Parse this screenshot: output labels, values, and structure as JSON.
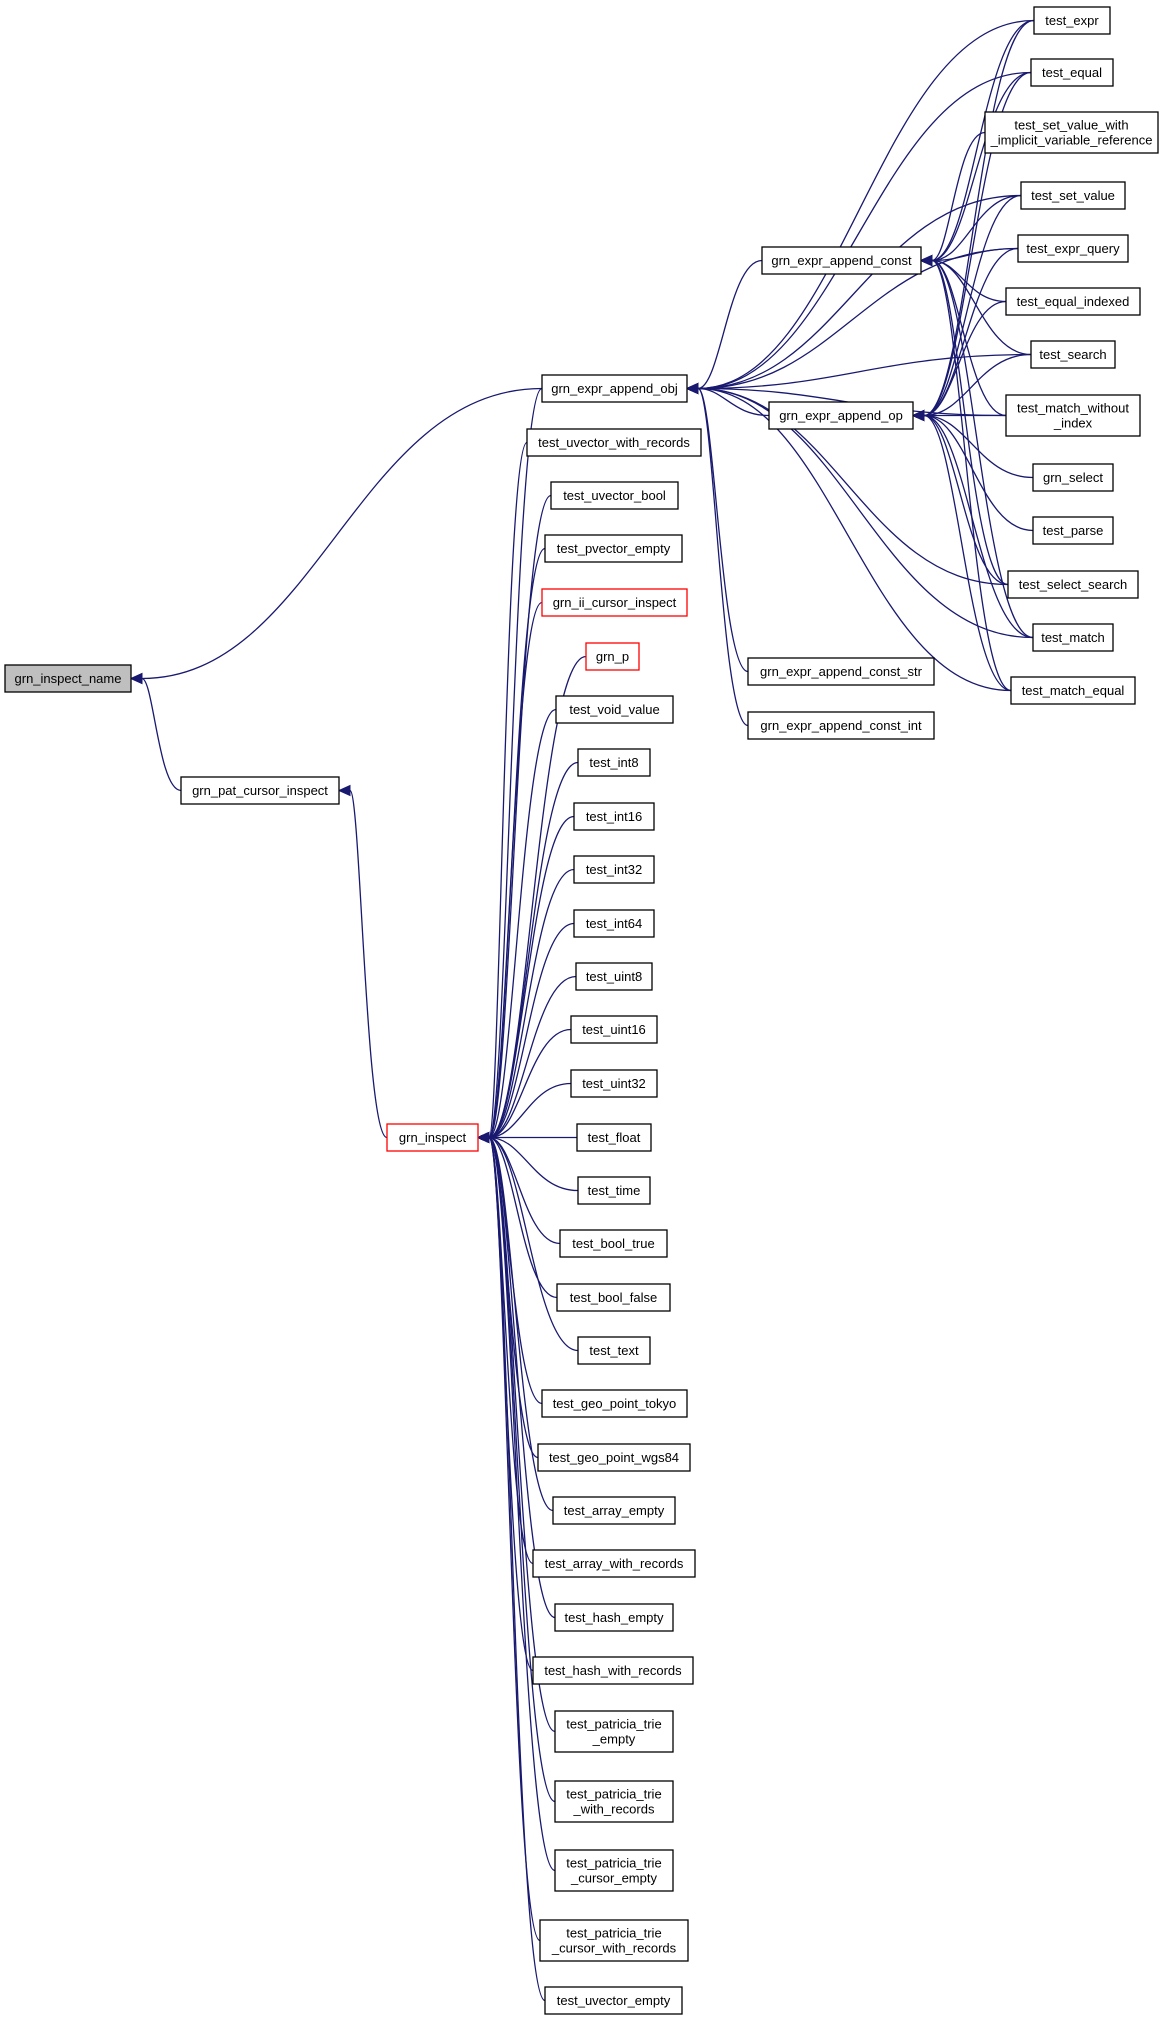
{
  "diagram": {
    "colors": {
      "edge": "#191970",
      "node_border": "#000000",
      "node_border_highlight": "#ff0000",
      "root_fill": "#bfbfbf",
      "background": "#ffffff"
    },
    "nodes": [
      {
        "id": "grn_inspect_name",
        "label": "grn_inspect_name",
        "style": "root"
      },
      {
        "id": "grn_pat_cursor_inspect",
        "label": "grn_pat_cursor_inspect"
      },
      {
        "id": "grn_inspect",
        "label": "grn_inspect",
        "style": "red"
      },
      {
        "id": "grn_expr_append_obj",
        "label": "grn_expr_append_obj"
      },
      {
        "id": "test_uvector_with_records",
        "label": "test_uvector_with_records"
      },
      {
        "id": "test_uvector_bool",
        "label": "test_uvector_bool"
      },
      {
        "id": "test_pvector_empty",
        "label": "test_pvector_empty"
      },
      {
        "id": "grn_ii_cursor_inspect",
        "label": "grn_ii_cursor_inspect",
        "style": "red"
      },
      {
        "id": "grn_p",
        "label": "grn_p",
        "style": "red"
      },
      {
        "id": "test_void_value",
        "label": "test_void_value"
      },
      {
        "id": "test_int8",
        "label": "test_int8"
      },
      {
        "id": "test_int16",
        "label": "test_int16"
      },
      {
        "id": "test_int32",
        "label": "test_int32"
      },
      {
        "id": "test_int64",
        "label": "test_int64"
      },
      {
        "id": "test_uint8",
        "label": "test_uint8"
      },
      {
        "id": "test_uint16",
        "label": "test_uint16"
      },
      {
        "id": "test_uint32",
        "label": "test_uint32"
      },
      {
        "id": "test_float",
        "label": "test_float"
      },
      {
        "id": "test_time",
        "label": "test_time"
      },
      {
        "id": "test_bool_true",
        "label": "test_bool_true"
      },
      {
        "id": "test_bool_false",
        "label": "test_bool_false"
      },
      {
        "id": "test_text",
        "label": "test_text"
      },
      {
        "id": "test_geo_point_tokyo",
        "label": "test_geo_point_tokyo"
      },
      {
        "id": "test_geo_point_wgs84",
        "label": "test_geo_point_wgs84"
      },
      {
        "id": "test_array_empty",
        "label": "test_array_empty"
      },
      {
        "id": "test_array_with_records",
        "label": "test_array_with_records"
      },
      {
        "id": "test_hash_empty",
        "label": "test_hash_empty"
      },
      {
        "id": "test_hash_with_records",
        "label": "test_hash_with_records"
      },
      {
        "id": "test_patricia_trie_empty",
        "label": "test_patricia_trie\n_empty"
      },
      {
        "id": "test_patricia_trie_with_records",
        "label": "test_patricia_trie\n_with_records"
      },
      {
        "id": "test_patricia_trie_cursor_empty",
        "label": "test_patricia_trie\n_cursor_empty"
      },
      {
        "id": "test_patricia_trie_cursor_with_records",
        "label": "test_patricia_trie\n_cursor_with_records"
      },
      {
        "id": "test_uvector_empty",
        "label": "test_uvector_empty"
      },
      {
        "id": "grn_expr_append_const",
        "label": "grn_expr_append_const"
      },
      {
        "id": "grn_expr_append_op",
        "label": "grn_expr_append_op"
      },
      {
        "id": "grn_expr_append_const_str",
        "label": "grn_expr_append_const_str"
      },
      {
        "id": "grn_expr_append_const_int",
        "label": "grn_expr_append_const_int"
      },
      {
        "id": "test_expr",
        "label": "test_expr"
      },
      {
        "id": "test_equal",
        "label": "test_equal"
      },
      {
        "id": "test_set_value_with_implicit_variable_reference",
        "label": "test_set_value_with\n_implicit_variable_reference"
      },
      {
        "id": "test_set_value",
        "label": "test_set_value"
      },
      {
        "id": "test_expr_query",
        "label": "test_expr_query"
      },
      {
        "id": "test_equal_indexed",
        "label": "test_equal_indexed"
      },
      {
        "id": "test_search",
        "label": "test_search"
      },
      {
        "id": "test_match_without_index",
        "label": "test_match_without\n_index"
      },
      {
        "id": "grn_select",
        "label": "grn_select"
      },
      {
        "id": "test_parse",
        "label": "test_parse"
      },
      {
        "id": "test_select_search",
        "label": "test_select_search"
      },
      {
        "id": "test_match",
        "label": "test_match"
      },
      {
        "id": "test_match_equal",
        "label": "test_match_equal"
      }
    ],
    "edges": [
      {
        "from": "grn_inspect_name",
        "to": "grn_expr_append_obj"
      },
      {
        "from": "grn_inspect_name",
        "to": "grn_pat_cursor_inspect"
      },
      {
        "from": "grn_pat_cursor_inspect",
        "to": "grn_inspect"
      },
      {
        "from": "grn_inspect",
        "to": "grn_expr_append_obj"
      },
      {
        "from": "grn_inspect",
        "to": "test_uvector_with_records"
      },
      {
        "from": "grn_inspect",
        "to": "test_uvector_bool"
      },
      {
        "from": "grn_inspect",
        "to": "test_pvector_empty"
      },
      {
        "from": "grn_inspect",
        "to": "grn_ii_cursor_inspect"
      },
      {
        "from": "grn_inspect",
        "to": "grn_p"
      },
      {
        "from": "grn_inspect",
        "to": "test_void_value"
      },
      {
        "from": "grn_inspect",
        "to": "test_int8"
      },
      {
        "from": "grn_inspect",
        "to": "test_int16"
      },
      {
        "from": "grn_inspect",
        "to": "test_int32"
      },
      {
        "from": "grn_inspect",
        "to": "test_int64"
      },
      {
        "from": "grn_inspect",
        "to": "test_uint8"
      },
      {
        "from": "grn_inspect",
        "to": "test_uint16"
      },
      {
        "from": "grn_inspect",
        "to": "test_uint32"
      },
      {
        "from": "grn_inspect",
        "to": "test_float"
      },
      {
        "from": "grn_inspect",
        "to": "test_time"
      },
      {
        "from": "grn_inspect",
        "to": "test_bool_true"
      },
      {
        "from": "grn_inspect",
        "to": "test_bool_false"
      },
      {
        "from": "grn_inspect",
        "to": "test_text"
      },
      {
        "from": "grn_inspect",
        "to": "test_geo_point_tokyo"
      },
      {
        "from": "grn_inspect",
        "to": "test_geo_point_wgs84"
      },
      {
        "from": "grn_inspect",
        "to": "test_array_empty"
      },
      {
        "from": "grn_inspect",
        "to": "test_array_with_records"
      },
      {
        "from": "grn_inspect",
        "to": "test_hash_empty"
      },
      {
        "from": "grn_inspect",
        "to": "test_hash_with_records"
      },
      {
        "from": "grn_inspect",
        "to": "test_patricia_trie_empty"
      },
      {
        "from": "grn_inspect",
        "to": "test_patricia_trie_with_records"
      },
      {
        "from": "grn_inspect",
        "to": "test_patricia_trie_cursor_empty"
      },
      {
        "from": "grn_inspect",
        "to": "test_patricia_trie_cursor_with_records"
      },
      {
        "from": "grn_inspect",
        "to": "test_uvector_empty"
      },
      {
        "from": "grn_expr_append_obj",
        "to": "test_expr"
      },
      {
        "from": "grn_expr_append_obj",
        "to": "test_equal"
      },
      {
        "from": "grn_expr_append_obj",
        "to": "test_set_value"
      },
      {
        "from": "grn_expr_append_obj",
        "to": "test_expr_query"
      },
      {
        "from": "grn_expr_append_obj",
        "to": "grn_expr_append_const"
      },
      {
        "from": "grn_expr_append_obj",
        "to": "test_search"
      },
      {
        "from": "grn_expr_append_obj",
        "to": "grn_expr_append_op"
      },
      {
        "from": "grn_expr_append_obj",
        "to": "test_match_without_index"
      },
      {
        "from": "grn_expr_append_obj",
        "to": "test_select_search"
      },
      {
        "from": "grn_expr_append_obj",
        "to": "test_match"
      },
      {
        "from": "grn_expr_append_obj",
        "to": "test_match_equal"
      },
      {
        "from": "grn_expr_append_obj",
        "to": "grn_expr_append_const_str"
      },
      {
        "from": "grn_expr_append_obj",
        "to": "grn_expr_append_const_int"
      },
      {
        "from": "grn_expr_append_const",
        "to": "test_expr"
      },
      {
        "from": "grn_expr_append_const",
        "to": "test_equal"
      },
      {
        "from": "grn_expr_append_const",
        "to": "test_set_value_with_implicit_variable_reference"
      },
      {
        "from": "grn_expr_append_const",
        "to": "test_set_value"
      },
      {
        "from": "grn_expr_append_const",
        "to": "test_expr_query"
      },
      {
        "from": "grn_expr_append_const",
        "to": "test_equal_indexed"
      },
      {
        "from": "grn_expr_append_const",
        "to": "test_search"
      },
      {
        "from": "grn_expr_append_const",
        "to": "test_match_without_index"
      },
      {
        "from": "grn_expr_append_const",
        "to": "test_select_search"
      },
      {
        "from": "grn_expr_append_const",
        "to": "test_match"
      },
      {
        "from": "grn_expr_append_const",
        "to": "test_match_equal"
      },
      {
        "from": "grn_expr_append_op",
        "to": "test_expr"
      },
      {
        "from": "grn_expr_append_op",
        "to": "test_equal"
      },
      {
        "from": "grn_expr_append_op",
        "to": "test_set_value"
      },
      {
        "from": "grn_expr_append_op",
        "to": "test_expr_query"
      },
      {
        "from": "grn_expr_append_op",
        "to": "test_equal_indexed"
      },
      {
        "from": "grn_expr_append_op",
        "to": "test_search"
      },
      {
        "from": "grn_expr_append_op",
        "to": "test_match_without_index"
      },
      {
        "from": "grn_expr_append_op",
        "to": "grn_select"
      },
      {
        "from": "grn_expr_append_op",
        "to": "test_parse"
      },
      {
        "from": "grn_expr_append_op",
        "to": "test_select_search"
      },
      {
        "from": "grn_expr_append_op",
        "to": "test_match"
      },
      {
        "from": "grn_expr_append_op",
        "to": "test_match_equal"
      }
    ]
  }
}
